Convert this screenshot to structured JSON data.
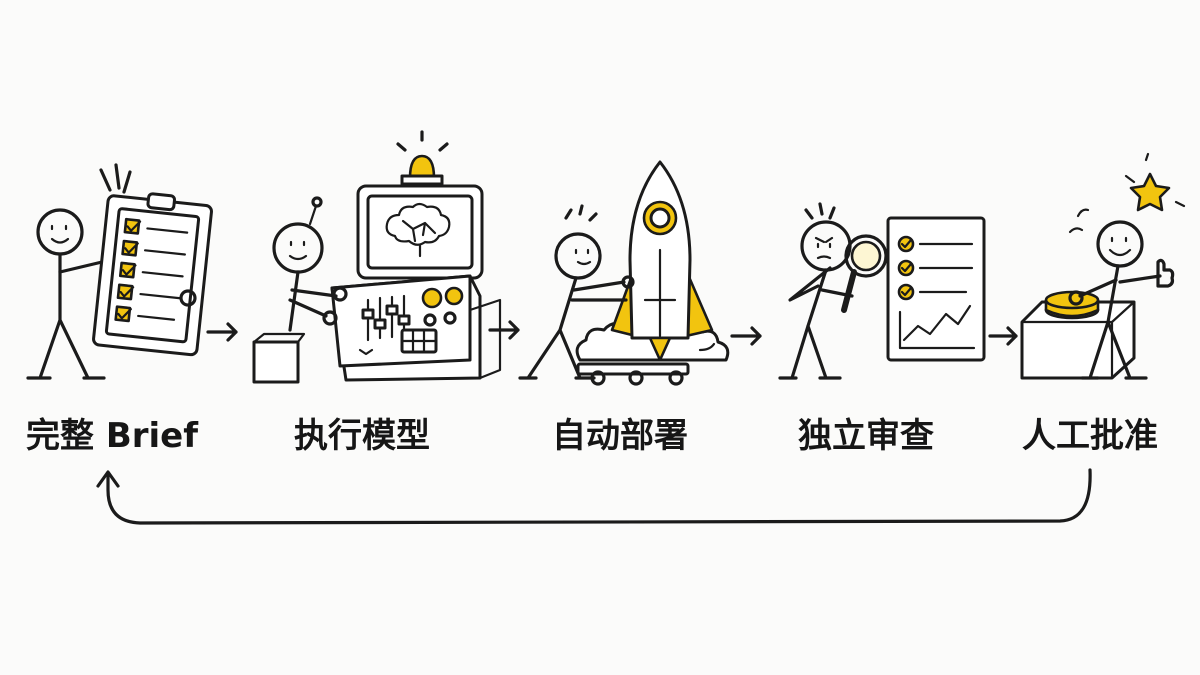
{
  "steps": [
    {
      "id": "brief",
      "label": "完整 Brief",
      "icon": "clipboard-checklist-icon"
    },
    {
      "id": "model",
      "label": "执行模型",
      "icon": "robot-control-panel-icon"
    },
    {
      "id": "deploy",
      "label": "自动部署",
      "icon": "rocket-launch-icon"
    },
    {
      "id": "review",
      "label": "独立审查",
      "icon": "magnifier-report-icon"
    },
    {
      "id": "approve",
      "label": "人工批准",
      "icon": "approve-button-icon"
    }
  ],
  "colors": {
    "ink": "#1b1b1b",
    "accent": "#f2c40f",
    "background": "#fbfbfa"
  },
  "loop": {
    "from": "approve",
    "to": "brief"
  }
}
